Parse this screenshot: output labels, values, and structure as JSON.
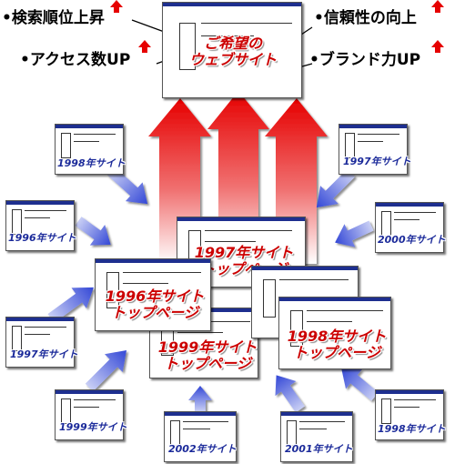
{
  "target_site": {
    "line1": "ご希望の",
    "line2": "ウェブサイト"
  },
  "benefits": {
    "left": [
      "•検索順位上昇",
      "•アクセス数UP"
    ],
    "right": [
      "•信頼性の向上",
      "•ブランド力UP"
    ]
  },
  "top_pages": [
    {
      "line1": "1997年サイト",
      "line2": "トップページ"
    },
    {
      "line1": "1996年サイト",
      "line2": "トップページ"
    },
    {
      "line1": "1999年サイト",
      "line2": "トップページ"
    },
    {
      "line1": "1998年サイト",
      "line2": "トップページ"
    }
  ],
  "sites": [
    "1998年サイト",
    "1997年サイト",
    "1996年サイト",
    "2000年サイト",
    "1997年サイト",
    "1999年サイト",
    "2002年サイト",
    "2001年サイト",
    "1998年サイト"
  ],
  "colors": {
    "red_arrow": "#e60000",
    "blue_arrow": "#3347d6",
    "title_bar": "#1e2f8f",
    "label_red": "#cc0000",
    "label_blue": "#1b2a9a"
  }
}
